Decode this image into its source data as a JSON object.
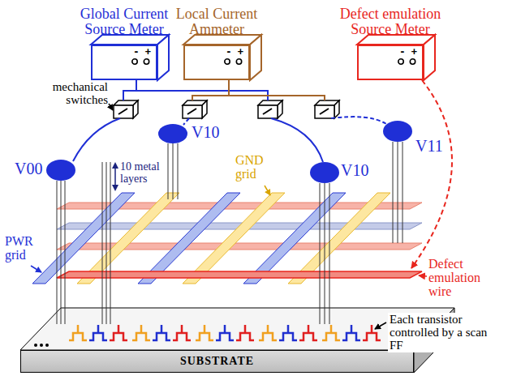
{
  "diagram": {
    "nodes": [
      {
        "text": [
          "Global Current Source Meter",
          "- +"
        ]
      },
      {
        "text": [
          "Local Current Ammeter",
          "- +"
        ]
      },
      {
        "text": [
          "Defect emulation Source Meter",
          "- +"
        ]
      },
      {
        "text": [
          "SUBSTRATE"
        ]
      }
    ],
    "labels": [
      "mechanical switches",
      "V00",
      "V10",
      "V10",
      "V11",
      "10 metal layers",
      "GND grid",
      "PWR grid",
      "Defect emulation wire",
      "Each transistor controlled by a scan FF"
    ]
  }
}
